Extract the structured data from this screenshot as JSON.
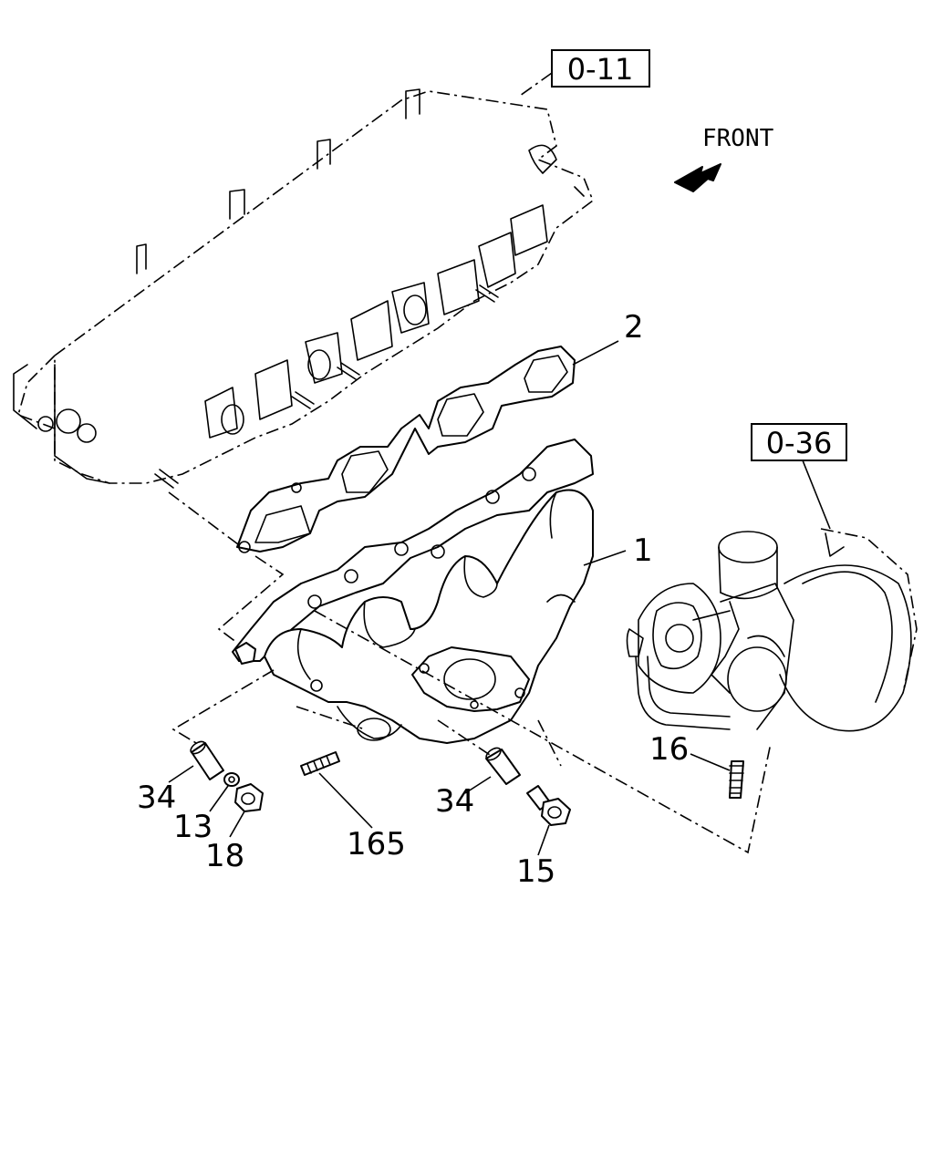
{
  "diagram": {
    "references": {
      "cylinder_head": "0-11",
      "turbocharger": "0-36"
    },
    "direction_label": "FRONT",
    "callouts": [
      {
        "id": "manifold",
        "text": "1"
      },
      {
        "id": "gasket",
        "text": "2"
      },
      {
        "id": "stud-turbo",
        "text": "16"
      },
      {
        "id": "collar-left",
        "text": "34"
      },
      {
        "id": "washer",
        "text": "13"
      },
      {
        "id": "nut",
        "text": "18"
      },
      {
        "id": "stud-165",
        "text": "165"
      },
      {
        "id": "collar-right",
        "text": "34"
      },
      {
        "id": "bolt",
        "text": "15"
      }
    ]
  }
}
